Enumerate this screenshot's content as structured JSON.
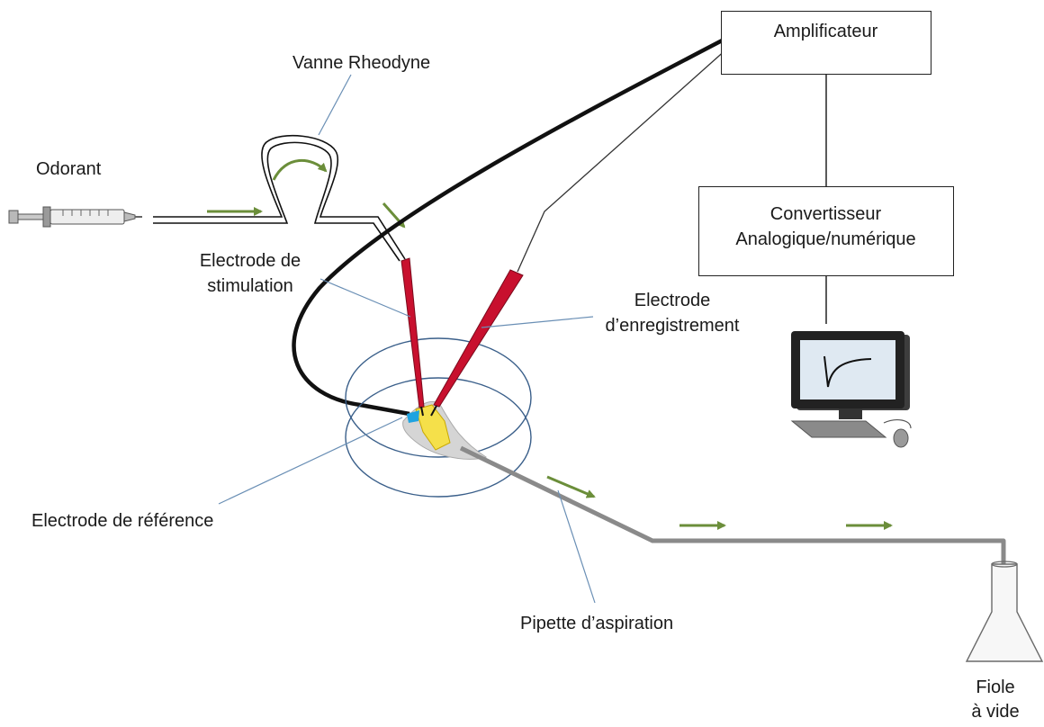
{
  "labels": {
    "amplifier": "Amplificateur",
    "converter_line1": "Convertisseur",
    "converter_line2": "Analogique/numérique",
    "valve": "Vanne Rheodyne",
    "odorant": "Odorant",
    "stim_line1": "Electrode de",
    "stim_line2": "stimulation",
    "rec_line1": "Electrode",
    "rec_line2": "d’enregistrement",
    "reference": "Electrode de référence",
    "aspiration": "Pipette d’aspiration",
    "flask_line1": "Fiole",
    "flask_line2": "à vide"
  },
  "colors": {
    "flow_arrow": "#6b8e3a",
    "electrode_red": "#c8102e",
    "black_cable": "#111111",
    "leader_line": "#6a8fb5",
    "petri_dish": "#3a5f8a",
    "tissue_yellow": "#f5e04a",
    "ref_blue": "#1fa3e0",
    "pipe_gray": "#8a8a8a",
    "screen_bg": "#dfe9f2"
  }
}
